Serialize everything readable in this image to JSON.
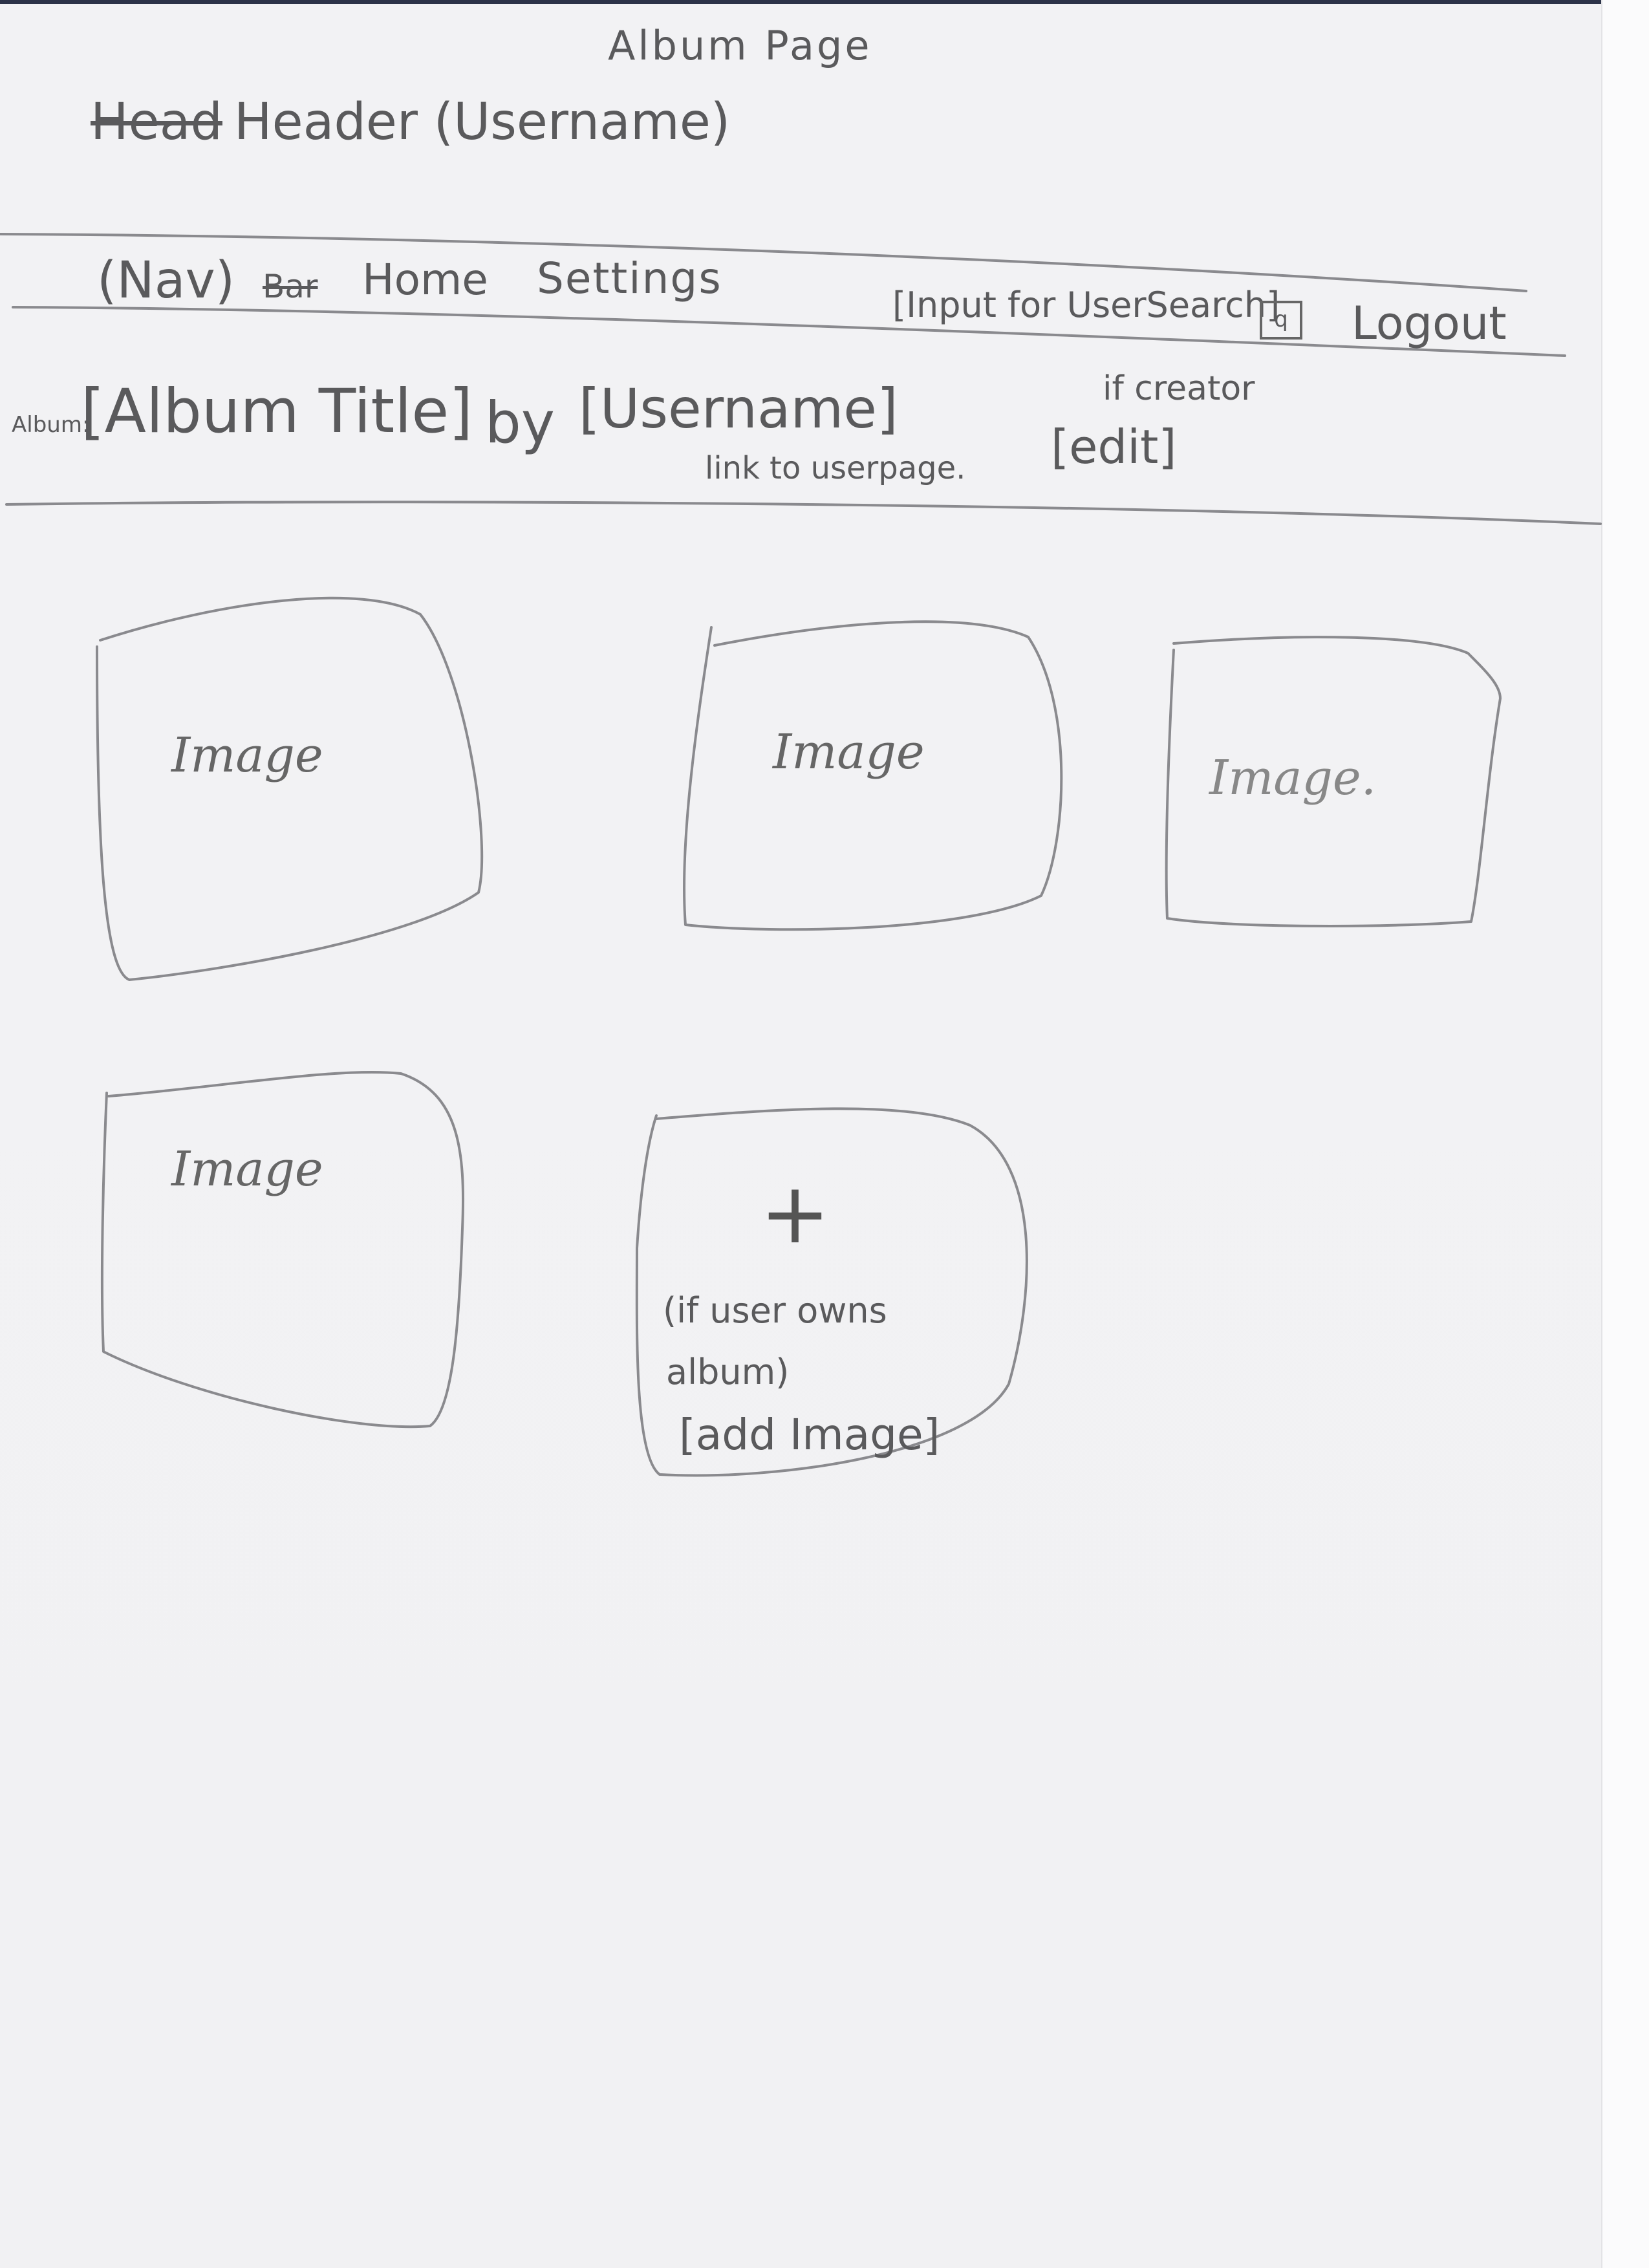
{
  "page": {
    "title": "Album Page"
  },
  "header": {
    "struck_word": "Head",
    "text": "Header (Username)"
  },
  "nav": {
    "label": "(Nav)",
    "struck_word": "Bar",
    "home": "Home",
    "settings": "Settings",
    "search_input": "[Input for UserSearch]",
    "search_button_glyph": "q",
    "logout": "Logout"
  },
  "album_header": {
    "side_label": "Album:",
    "title": "[Album Title]",
    "by": "by",
    "username": "[Username]",
    "username_note": "link to userpage.",
    "edit_condition": "if creator",
    "edit": "[edit]"
  },
  "images": [
    {
      "label": "Image"
    },
    {
      "label": "Image"
    },
    {
      "label": "Image."
    },
    {
      "label": "Image"
    }
  ],
  "add_image": {
    "plus": "+",
    "condition_line1": "(if user owns",
    "condition_line2": "album)",
    "label": "[add Image]"
  }
}
